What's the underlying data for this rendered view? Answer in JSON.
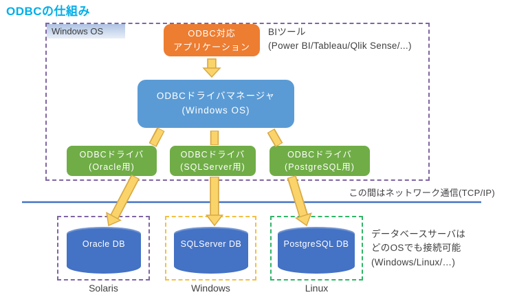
{
  "page": {
    "title": "ODBCの仕組み"
  },
  "os_boundary": {
    "label": "Windows OS"
  },
  "nodes": {
    "app": {
      "line1": "ODBC対応",
      "line2": "アプリケーション"
    },
    "bi_note": {
      "line1": "BIツール",
      "line2": "(Power BI/Tableau/Qlik Sense/...)"
    },
    "driver_manager": {
      "line1": "ODBCドライバマネージャ",
      "line2": "(Windows OS)"
    },
    "drivers": [
      {
        "line1": "ODBCドライバ",
        "line2": "(Oracle用)"
      },
      {
        "line1": "ODBCドライバ",
        "line2": "(SQLServer用)"
      },
      {
        "line1": "ODBCドライバ",
        "line2": "(PostgreSQL用)"
      }
    ],
    "databases": [
      {
        "line1": "Oracle",
        "line2": "DB",
        "os_label": "Solaris"
      },
      {
        "line1": "SQLServer",
        "line2": "DB",
        "os_label": "Windows"
      },
      {
        "line1": "PostgreSQL",
        "line2": "DB",
        "os_label": "Linux"
      }
    ]
  },
  "notes": {
    "network": "この間はネットワーク通信(TCP/IP)",
    "db_access": {
      "line1": "データベースサーバは",
      "line2": "どのOSでも接続可能",
      "line3": "(Windows/Linux/…)"
    }
  },
  "edges": [
    {
      "from": "odbc-application",
      "to": "odbc-driver-manager"
    },
    {
      "from": "odbc-driver-manager",
      "to": "driver-oracle"
    },
    {
      "from": "odbc-driver-manager",
      "to": "driver-sqlserver"
    },
    {
      "from": "odbc-driver-manager",
      "to": "driver-postgresql"
    },
    {
      "from": "driver-oracle",
      "to": "oracle-db"
    },
    {
      "from": "driver-sqlserver",
      "to": "sqlserver-db"
    },
    {
      "from": "driver-postgresql",
      "to": "postgresql-db"
    }
  ],
  "colors": {
    "title_text": "#00AEE8",
    "app_box": "#ED7D31",
    "driver_manager_box": "#5B9BD5",
    "driver_box": "#70AD47",
    "database_cylinder": "#4472C4",
    "arrow_fill": "#FAD46A",
    "arrow_outline": "#D8A945",
    "network_line": "#4472C4",
    "os_frame": "#8064A2",
    "solaris_frame": "#8064A2",
    "windows_frame": "#F2C042",
    "linux_frame": "#2EB566",
    "body_text": "#404040"
  }
}
